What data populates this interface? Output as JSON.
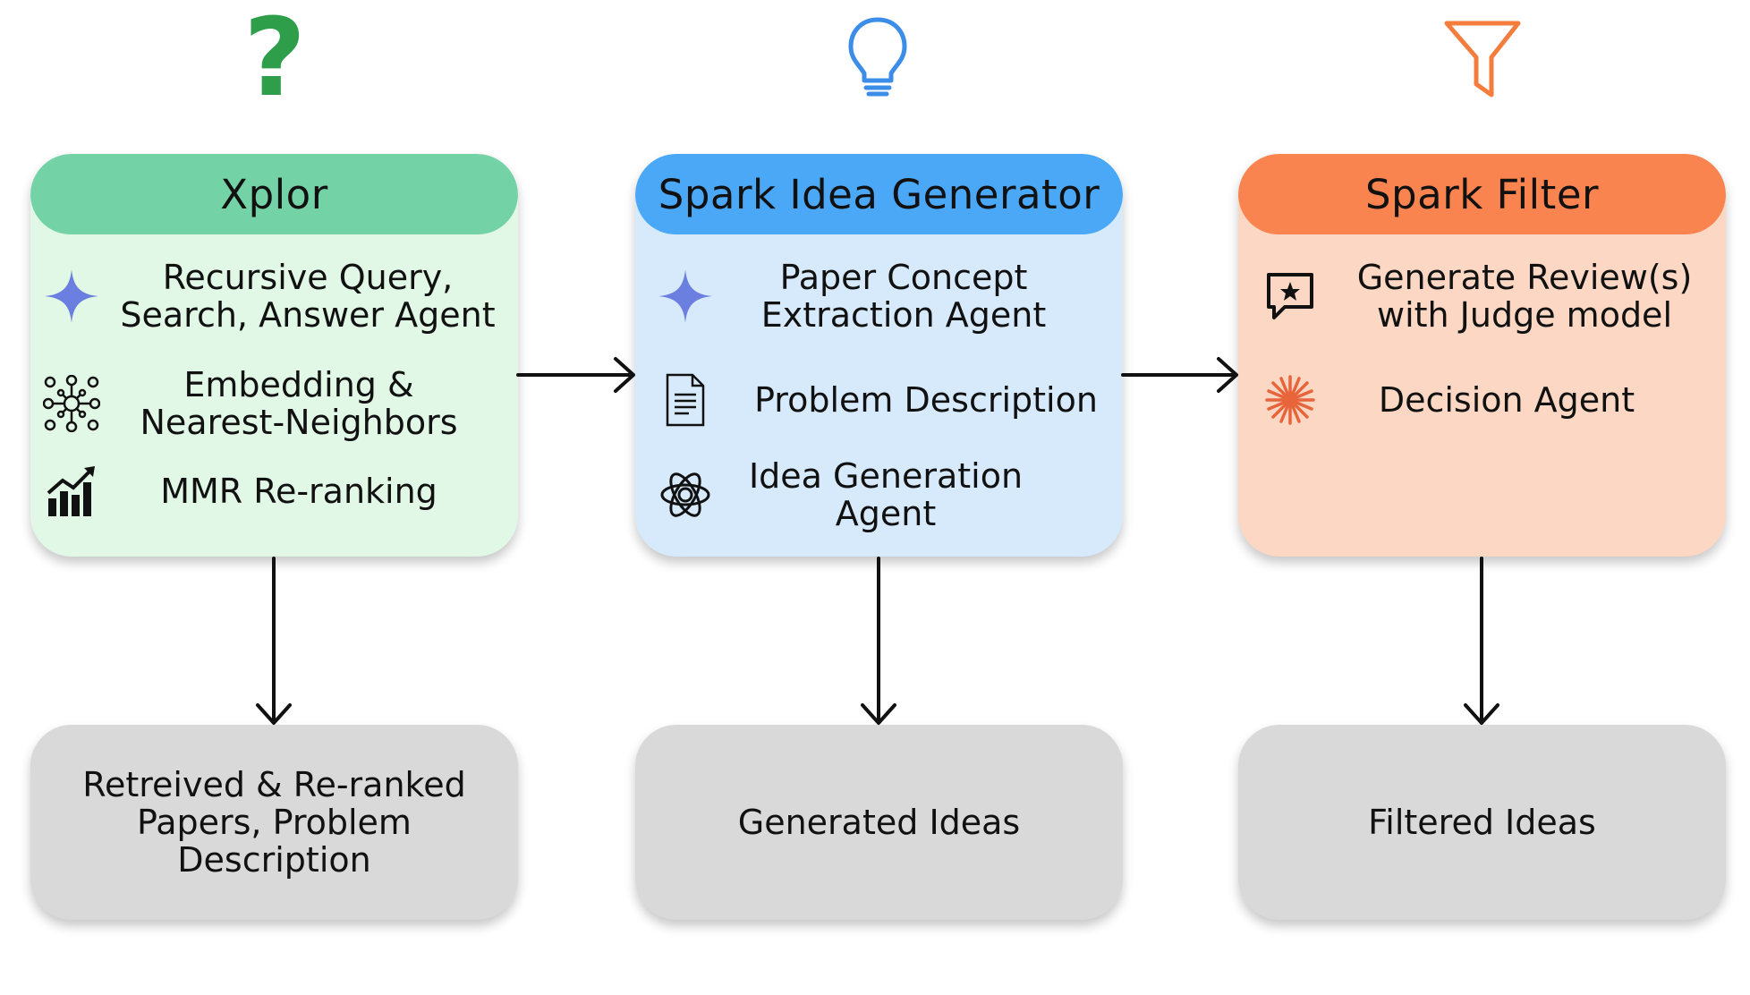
{
  "stages": [
    {
      "title": "Xplor",
      "header_color": "#74d3a6",
      "body_color": "#e1f8e6",
      "top_icon": "question-mark-icon",
      "top_icon_color": "#2e9e4a",
      "items": [
        {
          "icon": "sparkle-icon",
          "text": "Recursive Query,\nSearch, Answer Agent"
        },
        {
          "icon": "network-icon",
          "text": "Embedding &\nNearest-Neighbors"
        },
        {
          "icon": "growth-chart-icon",
          "text": "MMR Re-ranking"
        }
      ],
      "output": "Retreived & Re-ranked\nPapers, Problem\nDescription"
    },
    {
      "title": "Spark Idea Generator",
      "header_color": "#4aa8f7",
      "body_color": "#d7eafc",
      "top_icon": "lightbulb-icon",
      "top_icon_color": "#3b8de8",
      "items": [
        {
          "icon": "sparkle-icon",
          "text": "Paper Concept\nExtraction Agent"
        },
        {
          "icon": "document-icon",
          "text": "Problem Description"
        },
        {
          "icon": "openai-logo-icon",
          "text": "Idea Generation\nAgent"
        }
      ],
      "output": "Generated Ideas"
    },
    {
      "title": "Spark Filter",
      "header_color": "#f9844f",
      "body_color": "#fbd7c4",
      "top_icon": "funnel-icon",
      "top_icon_color": "#f47c3c",
      "items": [
        {
          "icon": "review-bubble-icon",
          "text": "Generate Review(s)\nwith Judge model"
        },
        {
          "icon": "starburst-icon",
          "text": "Decision Agent"
        }
      ],
      "output": "Filtered Ideas"
    }
  ]
}
